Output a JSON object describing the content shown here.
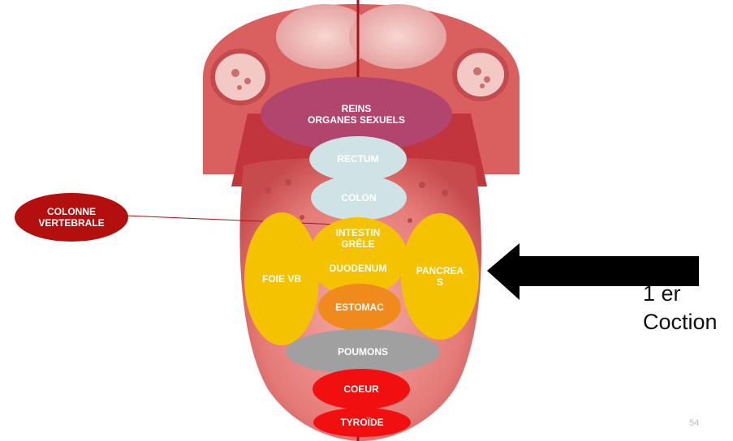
{
  "colors": {
    "reins": "#b2456e",
    "rectum_colon": "#cfe2e6",
    "yellow": "#f5c200",
    "estomac": "#f08a1c",
    "poumons": "#a0a0a0",
    "coeur": "#f20f0f",
    "colonne": "#b30f0f"
  },
  "zones": {
    "reins": "REINS\nORGANES SEXUELS",
    "rectum": "RECTUM",
    "colon": "COLON",
    "intestin": "INTESTIN\nGRÊLE",
    "duodenum": "DUODENUM",
    "foie": "FOIE VB",
    "pancreas": "PANCREA\nS",
    "estomac": "ESTOMAC",
    "poumons": "POUMONS",
    "coeur": "COEUR",
    "thyroide": "TYROÏDE"
  },
  "callout": {
    "colonne": "COLONNE\nVERTEBRALE"
  },
  "arrow": {
    "caption": "1 er\nCoction",
    "icon": "left-arrow-icon"
  },
  "slide_number": "54"
}
